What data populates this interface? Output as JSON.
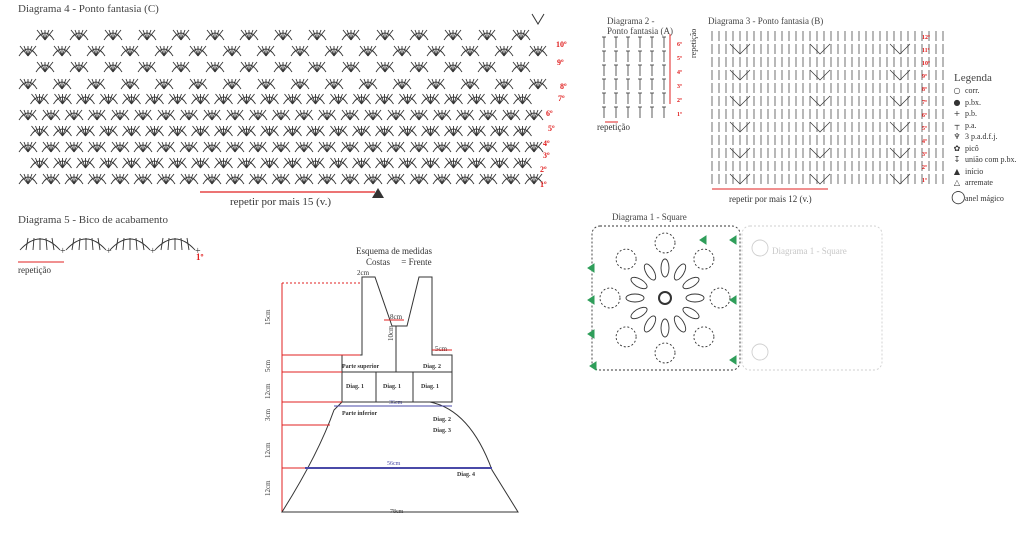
{
  "diagram4": {
    "title": "Diagrama 4 - Ponto fantasia (C)",
    "rows": [
      "1º",
      "2º",
      "3º",
      "4º",
      "5º",
      "6º",
      "7º",
      "8º",
      "9º",
      "10º"
    ],
    "repeat_label": "repetir por mais 15 (v.)"
  },
  "diagram2": {
    "title_line1": "Diagrama 2 -",
    "title_line2": "Ponto fantasia (A)",
    "rows": [
      "1º",
      "2º",
      "3º",
      "4º",
      "5º",
      "6º"
    ],
    "repeat_side": "repetição",
    "repeat_bottom": "repetição"
  },
  "diagram3": {
    "title": "Diagrama 3 - Ponto fantasia (B)",
    "rows": [
      "1º",
      "2º",
      "3º",
      "4º",
      "5º",
      "6º",
      "7º",
      "8º",
      "9º",
      "10º",
      "11º",
      "12º"
    ],
    "repeat_label": "repetir por mais 12 (v.)"
  },
  "legend": {
    "title": "Legenda",
    "items": [
      {
        "icon": "chain-stitch-icon",
        "label": "corr."
      },
      {
        "icon": "slip-stitch-icon",
        "label": "p.bx."
      },
      {
        "icon": "single-crochet-icon",
        "label": "p.b."
      },
      {
        "icon": "double-crochet-icon",
        "label": "p.a."
      },
      {
        "icon": "cluster-icon",
        "label": "3 p.a.d.f.j."
      },
      {
        "icon": "picot-icon",
        "label": "picô"
      },
      {
        "icon": "join-icon",
        "label": "união com p.bx."
      },
      {
        "icon": "start-icon",
        "label": "início"
      },
      {
        "icon": "finish-icon",
        "label": "arremate"
      },
      {
        "icon": "magic-ring-icon",
        "label": "anel mágico"
      }
    ]
  },
  "diagram5": {
    "title": "Diagrama 5 - Bico de acabamento",
    "repeat_label": "repetição",
    "row": "1º"
  },
  "diagram1": {
    "title": "Diagrama 1 - Square",
    "ghost_title": "Diagrama 1 - Square"
  },
  "measures": {
    "title": "Esquema de medidas",
    "subtitle": "Costas     = Frente",
    "strap_width": "2cm",
    "neck_width": "8cm",
    "strap_height": "10cm",
    "side_width": "5cm",
    "left_labels": [
      "15cm",
      "5cm",
      "12cm",
      "3cm",
      "12cm",
      "12cm"
    ],
    "upper_part": "Parte superior",
    "lower_part": "Parte inferior",
    "diag_cells": [
      "Diag. 1",
      "Diag. 1",
      "Diag. 1"
    ],
    "diag2_top": "Diag. 2",
    "diag2_a": "Diag. 2",
    "diag3": "Diag. 3",
    "diag4": "Diag. 4",
    "width_36": "36cm",
    "width_56": "56cm",
    "width_78": "78cm"
  },
  "colors": {
    "accent_red": "#e02020",
    "blue_line": "#4a4aa8",
    "green": "#2f9e5a",
    "ink": "#333333"
  }
}
